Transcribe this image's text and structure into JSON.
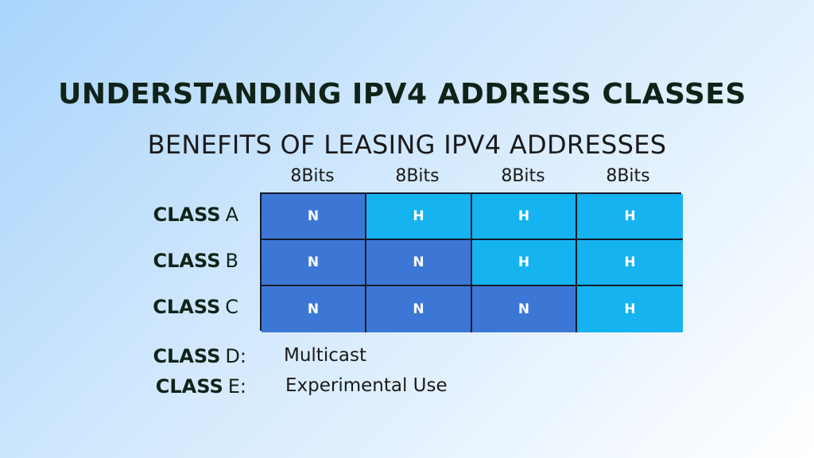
{
  "title": "UNDERSTANDING IPV4 ADDRESS CLASSES",
  "subtitle": "BENEFITS OF LEASING IPV4 ADDRESSES",
  "octet_labels": [
    "8Bits",
    "8Bits",
    "8Bits",
    "8Bits"
  ],
  "classes": [
    {
      "prefix": "CLASS",
      "letter": "A",
      "octets": [
        "N",
        "H",
        "H",
        "H"
      ]
    },
    {
      "prefix": "CLASS",
      "letter": "B",
      "octets": [
        "N",
        "N",
        "H",
        "H"
      ]
    },
    {
      "prefix": "CLASS",
      "letter": "C",
      "octets": [
        "N",
        "N",
        "N",
        "H"
      ]
    }
  ],
  "special_classes": [
    {
      "prefix": "CLASS",
      "letter": "D:",
      "description": "Multicast"
    },
    {
      "prefix": "CLASS",
      "letter": "E:",
      "description": "Experimental Use"
    }
  ],
  "colors": {
    "network": "#3d77d6",
    "host": "#15b3f0",
    "border": "#151a2b",
    "text_dark": "#0f2318"
  }
}
